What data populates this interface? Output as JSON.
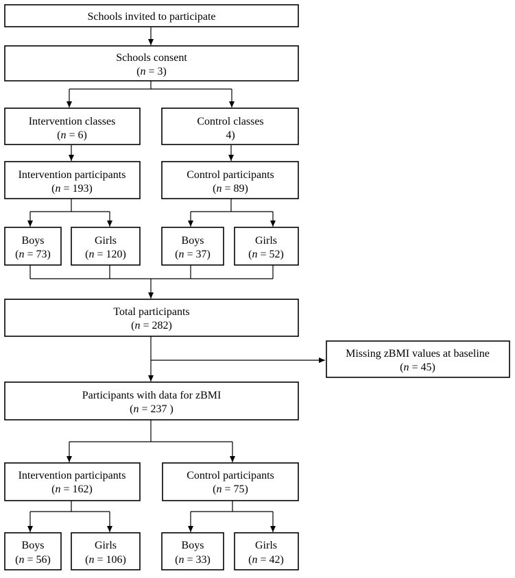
{
  "nodes": {
    "invited": {
      "line1": "Schools invited to participate"
    },
    "consent": {
      "line1": "Schools consent",
      "n_prefix": "(",
      "n_var": "n",
      "n_suffix": " = 3)"
    },
    "int_classes": {
      "line1": "Intervention classes",
      "n_prefix": "(",
      "n_var": "n",
      "n_suffix": " = 6)"
    },
    "ctl_classes": {
      "line1": "Control classes",
      "n_prefix": "",
      "n_var": "",
      "n_suffix": "4)"
    },
    "int_part": {
      "line1": "Intervention participants",
      "n_prefix": "(",
      "n_var": "n",
      "n_suffix": " = 193)"
    },
    "ctl_part": {
      "line1": "Control participants",
      "n_prefix": "(",
      "n_var": "n",
      "n_suffix": " = 89)"
    },
    "int_boys": {
      "line1": "Boys",
      "n_prefix": "(",
      "n_var": "n",
      "n_suffix": " = 73)"
    },
    "int_girls": {
      "line1": "Girls",
      "n_prefix": "(",
      "n_var": "n",
      "n_suffix": " = 120)"
    },
    "ctl_boys": {
      "line1": "Boys",
      "n_prefix": "(",
      "n_var": "n",
      "n_suffix": " = 37)"
    },
    "ctl_girls": {
      "line1": "Girls",
      "n_prefix": "(",
      "n_var": "n",
      "n_suffix": " = 52)"
    },
    "total": {
      "line1": "Total participants",
      "n_prefix": "(",
      "n_var": "n",
      "n_suffix": " = 282)"
    },
    "missing": {
      "line1": "Missing zBMI values at baseline",
      "n_prefix": "(",
      "n_var": "n",
      "n_suffix": " = 45)"
    },
    "zbmi": {
      "line1": "Participants with data for zBMI",
      "n_prefix": "(",
      "n_var": "n",
      "n_suffix": " = 237 )"
    },
    "int_part2": {
      "line1": "Intervention participants",
      "n_prefix": "(",
      "n_var": "n",
      "n_suffix": " = 162)"
    },
    "ctl_part2": {
      "line1": "Control participants",
      "n_prefix": "(",
      "n_var": "n",
      "n_suffix": " = 75)"
    },
    "int_boys2": {
      "line1": "Boys",
      "n_prefix": "(",
      "n_var": "n",
      "n_suffix": " = 56)"
    },
    "int_girls2": {
      "line1": "Girls",
      "n_prefix": "(",
      "n_var": "n",
      "n_suffix": " = 106)"
    },
    "ctl_boys2": {
      "line1": "Boys",
      "n_prefix": "(",
      "n_var": "n",
      "n_suffix": " = 33)"
    },
    "ctl_girls2": {
      "line1": "Girls",
      "n_prefix": "(",
      "n_var": "n",
      "n_suffix": " = 42)"
    }
  }
}
